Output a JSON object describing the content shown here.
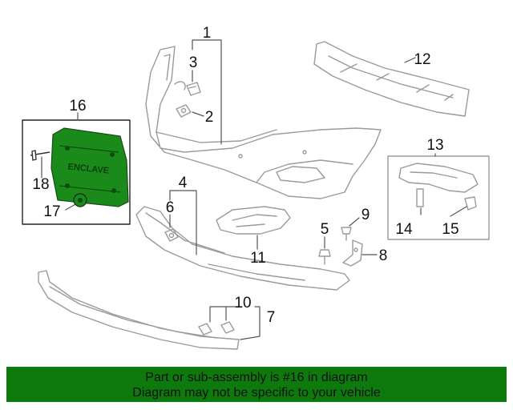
{
  "callouts": {
    "c1": "1",
    "c2": "2",
    "c3": "3",
    "c4": "4",
    "c5": "5",
    "c6": "6",
    "c7": "7",
    "c8": "8",
    "c9": "9",
    "c10": "10",
    "c11": "11",
    "c12": "12",
    "c13": "13",
    "c14": "14",
    "c15": "15",
    "c16": "16",
    "c17": "17",
    "c18": "18"
  },
  "plate_text": "ENCLAVE",
  "banner": {
    "line1": "Part or sub-assembly is #16 in diagram",
    "line2": "Diagram may not be specific to your vehicle"
  },
  "colors": {
    "highlight": "#0e7a0e",
    "plate": "#1a8a1a",
    "outline": "#9a9a9a"
  }
}
